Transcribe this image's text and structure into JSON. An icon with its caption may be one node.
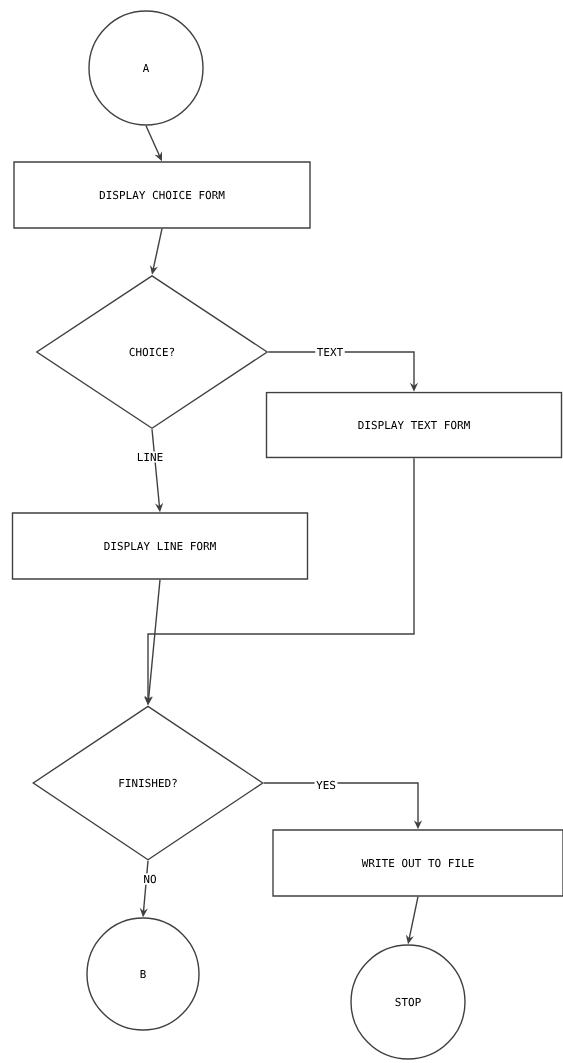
{
  "diagram": {
    "nodes": [
      {
        "text": [
          "A"
        ]
      },
      {
        "text": [
          "DISPLAY CHOICE FORM"
        ]
      },
      {
        "text": [
          "CHOICE?"
        ]
      },
      {
        "text": [
          "DISPLAY TEXT FORM"
        ]
      },
      {
        "text": [
          "DISPLAY LINE FORM"
        ]
      },
      {
        "text": [
          "FINISHED?"
        ]
      },
      {
        "text": [
          "WRITE OUT TO FILE"
        ]
      },
      {
        "text": [
          "B"
        ]
      },
      {
        "text": [
          "STOP"
        ]
      }
    ],
    "edges": [
      {
        "from": 0,
        "to": 1,
        "arrow": "to"
      },
      {
        "from": 1,
        "to": 2,
        "arrow": "to"
      },
      {
        "from": 2,
        "to": 3,
        "arrow": "to",
        "label": "TEXT"
      },
      {
        "from": 2,
        "to": 4,
        "arrow": "to",
        "label": "LINE"
      },
      {
        "from": 4,
        "to": 5,
        "arrow": "to"
      },
      {
        "from": 3,
        "to": 5,
        "arrow": "to"
      },
      {
        "from": 5,
        "to": 6,
        "arrow": "to",
        "label": "YES"
      },
      {
        "from": 5,
        "to": 7,
        "arrow": "to",
        "label": "NO"
      },
      {
        "from": 6,
        "to": 8,
        "arrow": "to"
      }
    ]
  }
}
